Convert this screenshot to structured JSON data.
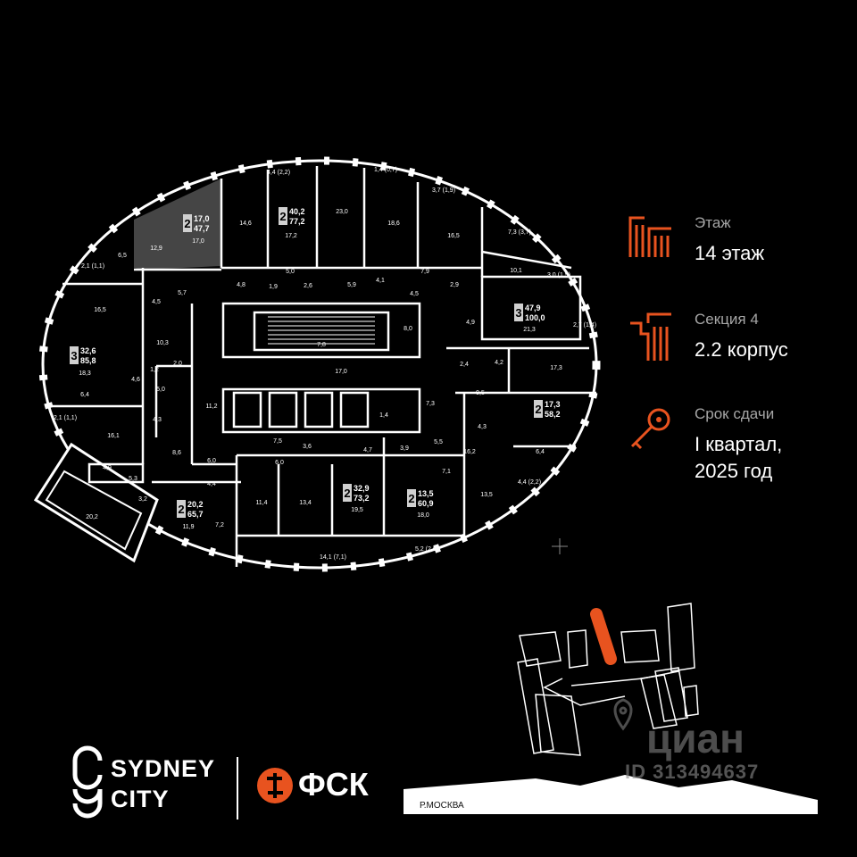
{
  "info": {
    "floor_label": "Этаж",
    "floor_value": "14 этаж",
    "section_label": "Секция 4",
    "section_value": "2.2 корпус",
    "deadline_label": "Срок сдачи",
    "deadline_value_line1": "I квартал,",
    "deadline_value_line2": "2025 год"
  },
  "brand": {
    "logo_line1": "SYDNEY",
    "logo_line2": "CITY",
    "developer": "ФСК"
  },
  "watermark": {
    "name": "циан",
    "id": "ID 313494637"
  },
  "river_label": "Р.МОСКВА",
  "colors": {
    "accent": "#e8531f",
    "label_gray": "#a6a6a6",
    "room_gray": "#454545"
  },
  "apartments": [
    {
      "rooms": "2",
      "living": "17,0",
      "total": "47,7"
    },
    {
      "rooms": "2",
      "living": "40,2",
      "total": "77,2"
    },
    {
      "rooms": "3",
      "living": "47,9",
      "total": "100,0"
    },
    {
      "rooms": "3",
      "living": "32,6",
      "total": "85,8"
    },
    {
      "rooms": "2",
      "living": "17,3",
      "total": "58,2"
    },
    {
      "rooms": "2",
      "living": "32,9",
      "total": "73,2"
    },
    {
      "rooms": "2",
      "living": "13,5",
      "total": "60,9"
    },
    {
      "rooms": "2",
      "living": "20,2",
      "total": "65,7"
    }
  ],
  "room_areas": [
    "4,4 (2,2)",
    "1,4 (0,7)",
    "3,7 (1,9)",
    "7,3 (3,7)",
    "12,9",
    "6,5",
    "2,1 (1,1)",
    "17,0",
    "14,6",
    "17,2",
    "23,0",
    "18,6",
    "16,5",
    "10,1",
    "3,0 (1,5)",
    "5,7",
    "4,5",
    "4,8",
    "1,9",
    "5,0",
    "2,6",
    "5,9",
    "4,1",
    "4,5",
    "7,9",
    "2,9",
    "16,5",
    "18,3",
    "6,4",
    "10,3",
    "1,2",
    "2,0",
    "4,6",
    "5,0",
    "4,3",
    "7,8",
    "8,0",
    "4,9",
    "21,3",
    "2,7 (1,4)",
    "2,4",
    "4,2",
    "17,3",
    "17,0",
    "11,2",
    "1,4",
    "7,3",
    "9,5",
    "2,1 (1,1)",
    "16,1",
    "7,5",
    "3,6",
    "4,7",
    "3,9",
    "5,5",
    "7,1",
    "6,0",
    "4,3",
    "16,2",
    "8,6",
    "6,0",
    "4,9",
    "5,3",
    "3,2",
    "4,4",
    "11,4",
    "13,4",
    "19,5",
    "18,0",
    "13,5",
    "6,4",
    "4,4 (2,2)",
    "20,2",
    "11,9",
    "7,2",
    "14,1 (7,1)",
    "5,2 (2,6)"
  ]
}
